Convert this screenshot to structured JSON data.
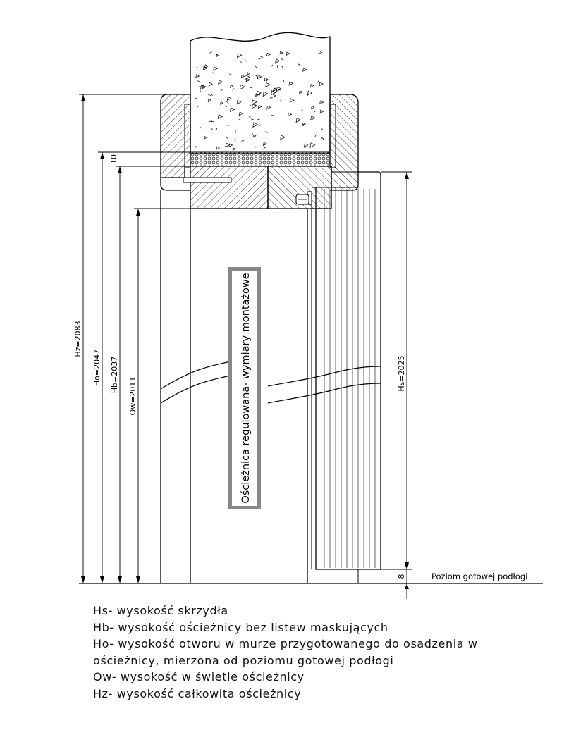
{
  "drawing": {
    "center_label": "Ościeżnica regulowana- wymiary montażowe",
    "floor_label": "Poziom gotowej podłogi"
  },
  "dimensions": {
    "hz": "Hz=2083",
    "ho": "Ho=2047",
    "hb": "Hb=2037",
    "ow": "Ow=2011",
    "hs": "Hs=2025",
    "gap_top": "10",
    "gap_floor": "8"
  },
  "legend": [
    "Hs- wysokość skrzydła",
    "Hb- wysokość ościeżnicy bez listew maskujących",
    "Ho- wysokość otworu w murze przygotowanego do osadzenia w",
    "ościeżnicy, mierzona od poziomu gotowej podłogi",
    "Ow- wysokość w świetle ościeżnicy",
    "Hz- wysokość całkowita ościeżnicy"
  ]
}
